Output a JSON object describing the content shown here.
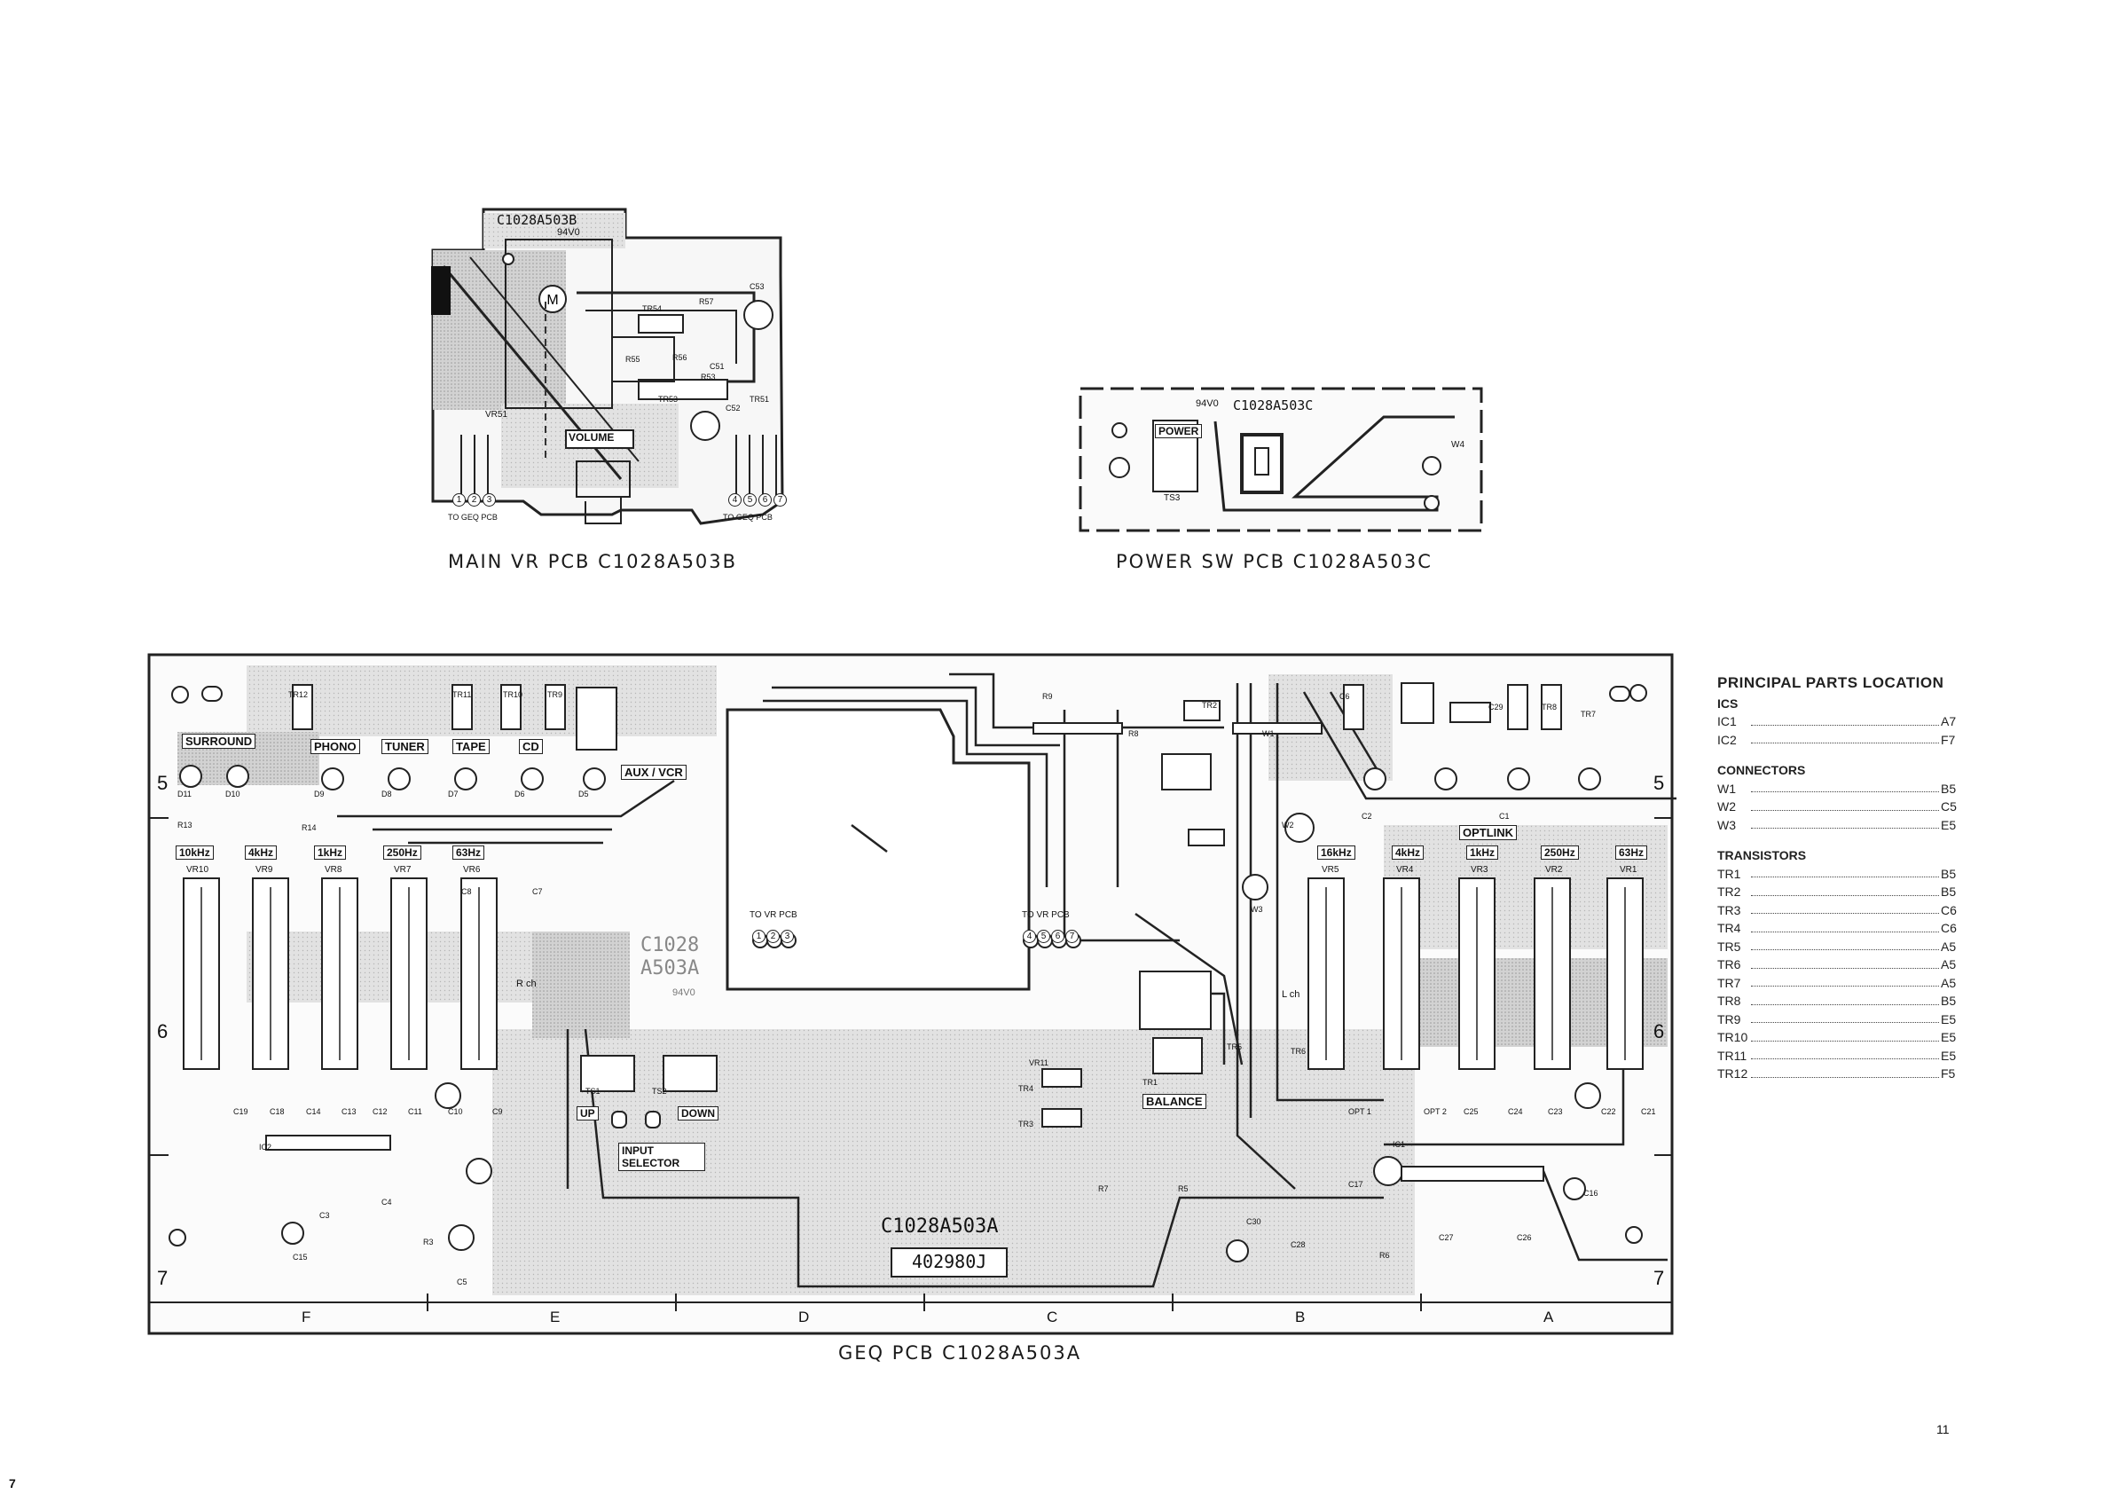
{
  "main_vr": {
    "caption": "MAIN VR PCB C1028A503B",
    "board_code": "C1028A503B",
    "grade": "94V0",
    "volume_label": "VOLUME",
    "vr_label": "VR51",
    "conn_left": [
      "1",
      "2",
      "3"
    ],
    "conn_right": [
      "4",
      "5",
      "6",
      "7"
    ],
    "to_geq_left": "TO GEQ PCB",
    "to_geq_right": "TO GEQ PCB",
    "part_labels": [
      "TR54",
      "R57",
      "R55",
      "R56",
      "TR53",
      "R53",
      "C52",
      "TR51",
      "C51",
      "C53",
      "M"
    ]
  },
  "power_sw": {
    "caption": "POWER SW PCB C1028A503C",
    "board_code": "C1028A503C",
    "grade": "94V0",
    "power_label": "POWER",
    "ts_label": "TS3",
    "w_label": "W4"
  },
  "geq": {
    "caption": "GEQ PCB C1028A503A",
    "board_code": "C1028A503A",
    "board_code_center": "C1028 A503A",
    "grade": "94V0",
    "serial": "402980J",
    "source_buttons": [
      "PHONO",
      "TUNER",
      "TAPE",
      "CD"
    ],
    "surround": "SURROUND",
    "aux_vcr": "AUX / VCR",
    "optlink": "OPTLINK",
    "freq_right": [
      "16kHz",
      "4kHz",
      "1kHz",
      "250Hz",
      "63Hz"
    ],
    "vr_right": [
      "VR5",
      "VR4",
      "VR3",
      "VR2",
      "VR1"
    ],
    "freq_left": [
      "10kHz",
      "4kHz",
      "1kHz",
      "250Hz",
      "63Hz"
    ],
    "vr_left": [
      "VR10",
      "VR9",
      "VR8",
      "VR7",
      "VR6"
    ],
    "to_vr_left": "TO VR PCB",
    "to_vr_right": "TO VR PCB",
    "conn_left": [
      "1",
      "2",
      "3"
    ],
    "conn_right": [
      "4",
      "5",
      "6",
      "7"
    ],
    "balance": "BALANCE",
    "input_selector": "INPUT SELECTOR",
    "up": "UP",
    "down": "DOWN",
    "r_ch": "R ch",
    "l_ch": "L ch",
    "col_letters": [
      "F",
      "E",
      "D",
      "C",
      "B",
      "A"
    ],
    "row_numbers": [
      "5",
      "6",
      "7"
    ],
    "part_labels": [
      "TR12",
      "TR11",
      "TR10",
      "TR9",
      "D11",
      "D10",
      "D9",
      "D8",
      "D7",
      "D6",
      "D5",
      "R13",
      "R14",
      "TS1",
      "TS2",
      "IC2",
      "IC1",
      "TR4",
      "TR3",
      "TR2",
      "TR1",
      "VR11",
      "R7",
      "R5",
      "C30",
      "C28",
      "R6",
      "C27",
      "C26",
      "C16",
      "C17",
      "C15",
      "C3",
      "C4",
      "R3",
      "C5",
      "C6",
      "C29",
      "TR8",
      "TR7",
      "TR6",
      "TR5",
      "R9",
      "R8",
      "W1",
      "W2",
      "W3",
      "C2",
      "C1",
      "OPT 1",
      "OPT 2",
      "C25",
      "C24",
      "C23",
      "C22",
      "C21",
      "C19",
      "C18",
      "C14",
      "C13",
      "C12",
      "C11",
      "C10",
      "C9",
      "C8",
      "C7"
    ]
  },
  "ppl": {
    "title": "PRINCIPAL PARTS LOCATION",
    "sections": [
      {
        "name": "ICS",
        "items": [
          [
            "IC1",
            "A7"
          ],
          [
            "IC2",
            "F7"
          ]
        ]
      },
      {
        "name": "CONNECTORS",
        "items": [
          [
            "W1",
            "B5"
          ],
          [
            "W2",
            "C5"
          ],
          [
            "W3",
            "E5"
          ]
        ]
      },
      {
        "name": "TRANSISTORS",
        "items": [
          [
            "TR1",
            "B5"
          ],
          [
            "TR2",
            "B5"
          ],
          [
            "TR3",
            "C6"
          ],
          [
            "TR4",
            "C6"
          ],
          [
            "TR5",
            "A5"
          ],
          [
            "TR6",
            "A5"
          ],
          [
            "TR7",
            "A5"
          ],
          [
            "TR8",
            "B5"
          ],
          [
            "TR9",
            "E5"
          ],
          [
            "TR10",
            "E5"
          ],
          [
            "TR11",
            "E5"
          ],
          [
            "TR12",
            "F5"
          ]
        ]
      }
    ]
  },
  "page_number": "11",
  "corner_mark": "7"
}
